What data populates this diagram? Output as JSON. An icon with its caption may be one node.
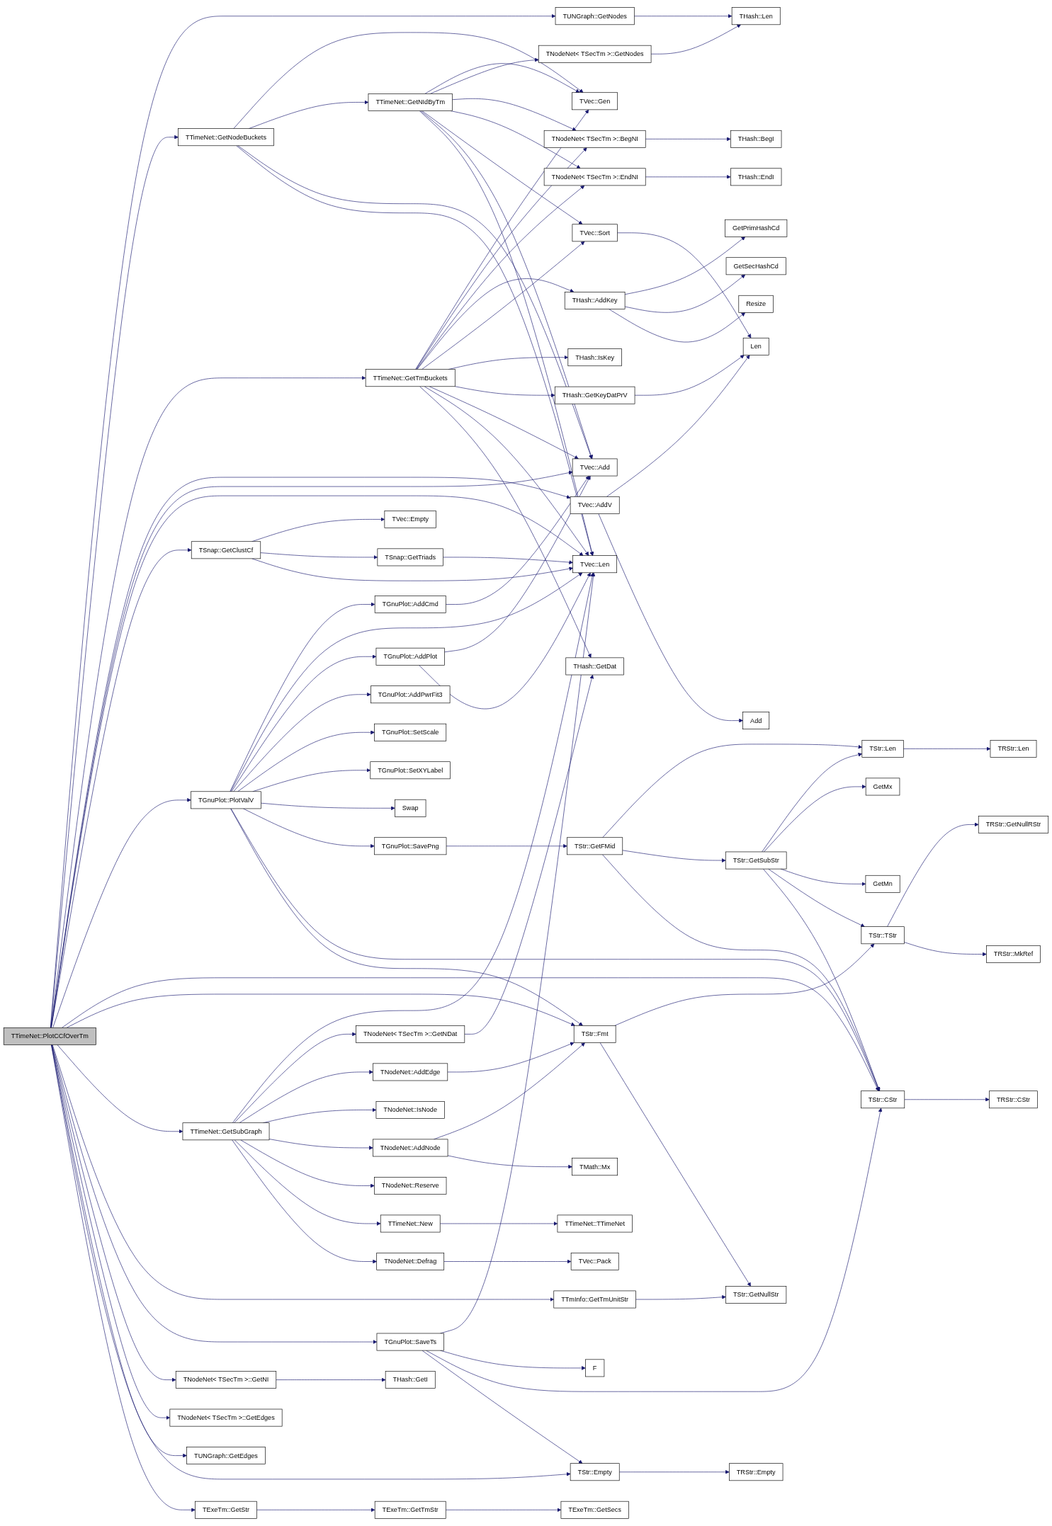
{
  "diagram": {
    "nodes": [
      {
        "text": [
          "TTimeNet::PlotCCfOverTm"
        ]
      },
      {
        "text": [
          "TUNGraph::GetNodes"
        ]
      },
      {
        "text": [
          "TTimeNet::GetNodeBuckets"
        ]
      },
      {
        "text": [
          "TVec::AddV"
        ]
      },
      {
        "text": [
          "TSnap::GetClustCf"
        ]
      },
      {
        "text": [
          "TGnuPlot::PlotValV"
        ]
      },
      {
        "text": [
          "TTimeNet::GetSubGraph"
        ]
      },
      {
        "text": [
          "TTmInfo::GetTmUnitStr"
        ]
      },
      {
        "text": [
          "TGnuPlot::SaveTs"
        ]
      },
      {
        "text": [
          "TNodeNet< TSecTm >::GetEdges"
        ]
      },
      {
        "text": [
          "TUNGraph::GetEdges"
        ]
      },
      {
        "text": [
          "TExeTm::GetStr"
        ]
      },
      {
        "text": [
          "TTimeNet::GetNIdByTm"
        ]
      },
      {
        "text": [
          "TTimeNet::GetTmBuckets"
        ]
      },
      {
        "text": [
          "Add"
        ]
      },
      {
        "text": [
          "TVec::Empty"
        ]
      },
      {
        "text": [
          "TSnap::GetTriads"
        ]
      },
      {
        "text": [
          "TGnuPlot::AddCmd"
        ]
      },
      {
        "text": [
          "TGnuPlot::AddPlot"
        ]
      },
      {
        "text": [
          "TGnuPlot::AddPwrFit3"
        ]
      },
      {
        "text": [
          "TGnuPlot::SetScale"
        ]
      },
      {
        "text": [
          "TGnuPlot::SetXYLabel"
        ]
      },
      {
        "text": [
          "Swap"
        ]
      },
      {
        "text": [
          "TGnuPlot::SavePng"
        ]
      },
      {
        "text": [
          "TNodeNet< TSecTm >::GetNDat"
        ]
      },
      {
        "text": [
          "TNodeNet::AddEdge"
        ]
      },
      {
        "text": [
          "TNodeNet::IsNode"
        ]
      },
      {
        "text": [
          "TNodeNet::AddNode"
        ]
      },
      {
        "text": [
          "TNodeNet::Reserve"
        ]
      },
      {
        "text": [
          "TTimeNet::New"
        ]
      },
      {
        "text": [
          "TNodeNet::Defrag"
        ]
      },
      {
        "text": [
          "TNodeNet< TSecTm >::GetNI"
        ]
      },
      {
        "text": [
          "F"
        ]
      },
      {
        "text": [
          "TStr::Empty"
        ]
      },
      {
        "text": [
          "TExeTm::GetTmStr"
        ]
      },
      {
        "text": [
          "TVec::Gen"
        ]
      },
      {
        "text": [
          "TNodeNet< TSecTm >::GetNodes"
        ]
      },
      {
        "text": [
          "TNodeNet< TSecTm >::BegNI"
        ]
      },
      {
        "text": [
          "TNodeNet< TSecTm >::EndNI"
        ]
      },
      {
        "text": [
          "THash::AddKey"
        ]
      },
      {
        "text": [
          "TVec::Sort"
        ]
      },
      {
        "text": [
          "THash::IsKey"
        ]
      },
      {
        "text": [
          "THash::GetKeyDatPrV"
        ]
      },
      {
        "text": [
          "TVec::Add"
        ]
      },
      {
        "text": [
          "TVec::Len"
        ]
      },
      {
        "text": [
          "TStr::GetFMid"
        ]
      },
      {
        "text": [
          "THash::GetDat"
        ]
      },
      {
        "text": [
          "TStr::Fmt"
        ]
      },
      {
        "text": [
          "TMath::Mx"
        ]
      },
      {
        "text": [
          "TTimeNet::TTimeNet"
        ]
      },
      {
        "text": [
          "TVec::Pack"
        ]
      },
      {
        "text": [
          "THash::GetI"
        ]
      },
      {
        "text": [
          "TRStr::Empty"
        ]
      },
      {
        "text": [
          "TExeTm::GetSecs"
        ]
      },
      {
        "text": [
          "THash::Len"
        ]
      },
      {
        "text": [
          "THash::BegI"
        ]
      },
      {
        "text": [
          "THash::EndI"
        ]
      },
      {
        "text": [
          "GetPrimHashCd"
        ]
      },
      {
        "text": [
          "GetSecHashCd"
        ]
      },
      {
        "text": [
          "Resize"
        ]
      },
      {
        "text": [
          "Len"
        ]
      },
      {
        "text": [
          "TStr::GetSubStr"
        ]
      },
      {
        "text": [
          "TStr::GetNullStr"
        ]
      },
      {
        "text": [
          "TStr::Len"
        ]
      },
      {
        "text": [
          "GetMx"
        ]
      },
      {
        "text": [
          "GetMn"
        ]
      },
      {
        "text": [
          "TStr::TStr"
        ]
      },
      {
        "text": [
          "TStr::CStr"
        ]
      },
      {
        "text": [
          "TRStr::Len"
        ]
      },
      {
        "text": [
          "TRStr::GetNullRStr"
        ]
      },
      {
        "text": [
          "TRStr::MkRef"
        ]
      },
      {
        "text": [
          "TRStr::CStr"
        ]
      }
    ],
    "edges": [
      {
        "from": 0,
        "to": 1,
        "arrow": "to"
      },
      {
        "from": 0,
        "to": 2,
        "arrow": "to"
      },
      {
        "from": 0,
        "to": 13,
        "arrow": "to"
      },
      {
        "from": 0,
        "to": 3,
        "arrow": "to"
      },
      {
        "from": 0,
        "to": 43,
        "arrow": "to"
      },
      {
        "from": 0,
        "to": 44,
        "arrow": "to"
      },
      {
        "from": 0,
        "to": 4,
        "arrow": "to"
      },
      {
        "from": 0,
        "to": 5,
        "arrow": "to"
      },
      {
        "from": 0,
        "to": 67,
        "arrow": "to"
      },
      {
        "from": 0,
        "to": 47,
        "arrow": "to"
      },
      {
        "from": 0,
        "to": 6,
        "arrow": "to"
      },
      {
        "from": 0,
        "to": 7,
        "arrow": "to"
      },
      {
        "from": 0,
        "to": 8,
        "arrow": "to"
      },
      {
        "from": 0,
        "to": 31,
        "arrow": "to"
      },
      {
        "from": 0,
        "to": 9,
        "arrow": "to"
      },
      {
        "from": 0,
        "to": 10,
        "arrow": "to"
      },
      {
        "from": 0,
        "to": 33,
        "arrow": "to"
      },
      {
        "from": 0,
        "to": 11,
        "arrow": "to"
      },
      {
        "from": 1,
        "to": 54,
        "arrow": "to"
      },
      {
        "from": 2,
        "to": 35,
        "arrow": "to"
      },
      {
        "from": 2,
        "to": 12,
        "arrow": "to"
      },
      {
        "from": 2,
        "to": 43,
        "arrow": "to"
      },
      {
        "from": 2,
        "to": 44,
        "arrow": "to"
      },
      {
        "from": 12,
        "to": 35,
        "arrow": "to"
      },
      {
        "from": 12,
        "to": 36,
        "arrow": "to"
      },
      {
        "from": 12,
        "to": 37,
        "arrow": "to"
      },
      {
        "from": 12,
        "to": 38,
        "arrow": "to"
      },
      {
        "from": 12,
        "to": 40,
        "arrow": "to"
      },
      {
        "from": 12,
        "to": 43,
        "arrow": "to"
      },
      {
        "from": 12,
        "to": 44,
        "arrow": "to"
      },
      {
        "from": 13,
        "to": 35,
        "arrow": "to"
      },
      {
        "from": 13,
        "to": 37,
        "arrow": "to"
      },
      {
        "from": 13,
        "to": 38,
        "arrow": "to"
      },
      {
        "from": 13,
        "to": 39,
        "arrow": "to"
      },
      {
        "from": 13,
        "to": 40,
        "arrow": "to"
      },
      {
        "from": 13,
        "to": 41,
        "arrow": "to"
      },
      {
        "from": 13,
        "to": 42,
        "arrow": "to"
      },
      {
        "from": 13,
        "to": 43,
        "arrow": "to"
      },
      {
        "from": 13,
        "to": 44,
        "arrow": "to"
      },
      {
        "from": 13,
        "to": 46,
        "arrow": "to"
      },
      {
        "from": 36,
        "to": 54,
        "arrow": "to"
      },
      {
        "from": 37,
        "to": 55,
        "arrow": "to"
      },
      {
        "from": 38,
        "to": 56,
        "arrow": "to"
      },
      {
        "from": 39,
        "to": 57,
        "arrow": "to"
      },
      {
        "from": 39,
        "to": 58,
        "arrow": "to"
      },
      {
        "from": 39,
        "to": 59,
        "arrow": "to"
      },
      {
        "from": 40,
        "to": 60,
        "arrow": "to"
      },
      {
        "from": 42,
        "to": 60,
        "arrow": "to"
      },
      {
        "from": 3,
        "to": 60,
        "arrow": "to"
      },
      {
        "from": 3,
        "to": 14,
        "arrow": "to"
      },
      {
        "from": 4,
        "to": 15,
        "arrow": "to"
      },
      {
        "from": 4,
        "to": 16,
        "arrow": "to"
      },
      {
        "from": 4,
        "to": 44,
        "arrow": "to"
      },
      {
        "from": 16,
        "to": 44,
        "arrow": "to"
      },
      {
        "from": 17,
        "to": 43,
        "arrow": "to"
      },
      {
        "from": 18,
        "to": 43,
        "arrow": "to"
      },
      {
        "from": 18,
        "to": 44,
        "arrow": "to"
      },
      {
        "from": 5,
        "to": 17,
        "arrow": "to"
      },
      {
        "from": 5,
        "to": 44,
        "arrow": "to"
      },
      {
        "from": 5,
        "to": 18,
        "arrow": "to"
      },
      {
        "from": 5,
        "to": 19,
        "arrow": "to"
      },
      {
        "from": 5,
        "to": 20,
        "arrow": "to"
      },
      {
        "from": 5,
        "to": 21,
        "arrow": "to"
      },
      {
        "from": 5,
        "to": 22,
        "arrow": "to"
      },
      {
        "from": 5,
        "to": 23,
        "arrow": "to"
      },
      {
        "from": 5,
        "to": 67,
        "arrow": "to"
      },
      {
        "from": 5,
        "to": 47,
        "arrow": "to"
      },
      {
        "from": 23,
        "to": 45,
        "arrow": "to"
      },
      {
        "from": 45,
        "to": 63,
        "arrow": "to"
      },
      {
        "from": 45,
        "to": 61,
        "arrow": "to"
      },
      {
        "from": 45,
        "to": 67,
        "arrow": "to"
      },
      {
        "from": 61,
        "to": 63,
        "arrow": "to"
      },
      {
        "from": 61,
        "to": 64,
        "arrow": "to"
      },
      {
        "from": 61,
        "to": 65,
        "arrow": "to"
      },
      {
        "from": 61,
        "to": 66,
        "arrow": "to"
      },
      {
        "from": 61,
        "to": 67,
        "arrow": "to"
      },
      {
        "from": 63,
        "to": 68,
        "arrow": "to"
      },
      {
        "from": 66,
        "to": 69,
        "arrow": "to"
      },
      {
        "from": 66,
        "to": 70,
        "arrow": "to"
      },
      {
        "from": 67,
        "to": 71,
        "arrow": "to"
      },
      {
        "from": 6,
        "to": 44,
        "arrow": "to"
      },
      {
        "from": 6,
        "to": 24,
        "arrow": "to"
      },
      {
        "from": 6,
        "to": 25,
        "arrow": "to"
      },
      {
        "from": 6,
        "to": 26,
        "arrow": "to"
      },
      {
        "from": 6,
        "to": 27,
        "arrow": "to"
      },
      {
        "from": 6,
        "to": 28,
        "arrow": "to"
      },
      {
        "from": 6,
        "to": 29,
        "arrow": "to"
      },
      {
        "from": 6,
        "to": 30,
        "arrow": "to"
      },
      {
        "from": 24,
        "to": 46,
        "arrow": "to"
      },
      {
        "from": 25,
        "to": 47,
        "arrow": "to"
      },
      {
        "from": 27,
        "to": 47,
        "arrow": "to"
      },
      {
        "from": 27,
        "to": 48,
        "arrow": "to"
      },
      {
        "from": 47,
        "to": 66,
        "arrow": "to"
      },
      {
        "from": 47,
        "to": 62,
        "arrow": "to"
      },
      {
        "from": 29,
        "to": 49,
        "arrow": "to"
      },
      {
        "from": 30,
        "to": 50,
        "arrow": "to"
      },
      {
        "from": 31,
        "to": 51,
        "arrow": "to"
      },
      {
        "from": 7,
        "to": 62,
        "arrow": "to"
      },
      {
        "from": 8,
        "to": 44,
        "arrow": "to"
      },
      {
        "from": 8,
        "to": 32,
        "arrow": "to"
      },
      {
        "from": 8,
        "to": 67,
        "arrow": "to"
      },
      {
        "from": 8,
        "to": 33,
        "arrow": "to"
      },
      {
        "from": 33,
        "to": 52,
        "arrow": "to"
      },
      {
        "from": 11,
        "to": 34,
        "arrow": "to"
      },
      {
        "from": 34,
        "to": 53,
        "arrow": "to"
      }
    ]
  }
}
